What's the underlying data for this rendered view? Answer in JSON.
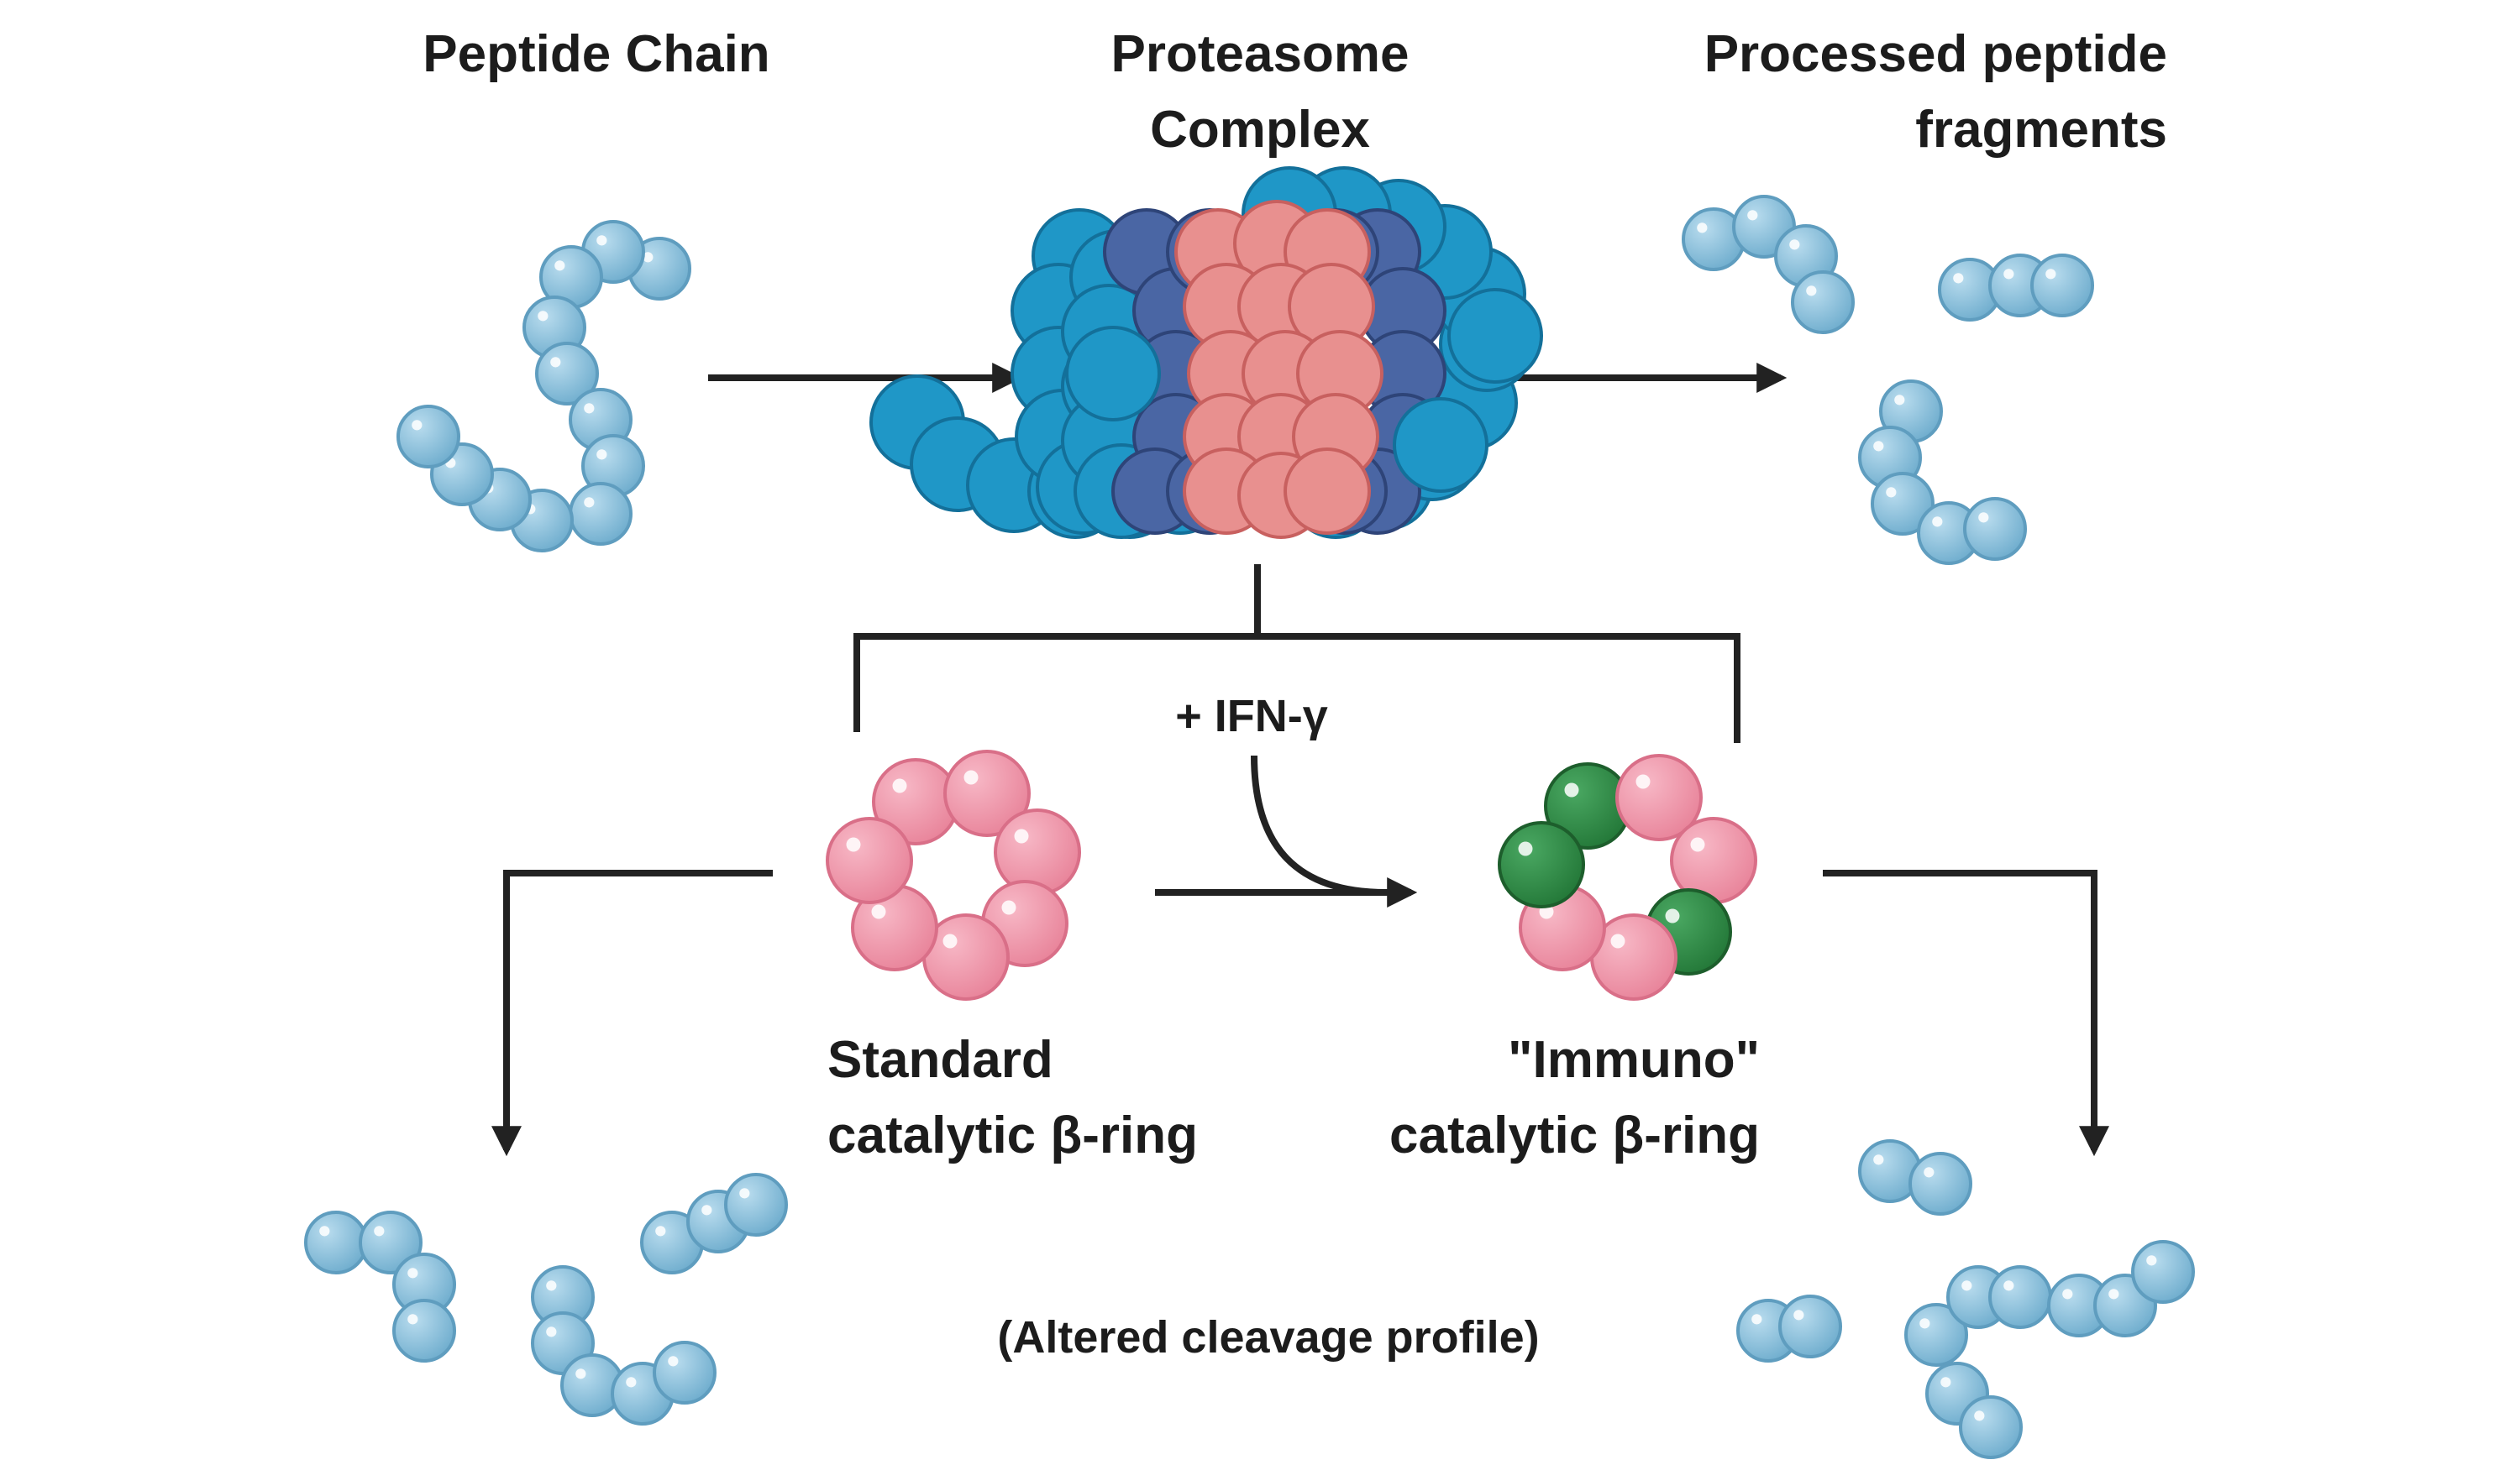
{
  "labels": {
    "peptide_chain": "Peptide Chain",
    "proteasome_line1": "Proteasome",
    "proteasome_line2": "Complex",
    "processed_line1": "Processed peptide",
    "processed_line2": "fragments",
    "ifn": "+ IFN-γ",
    "standard_line1": "Standard",
    "standard_line2": "catalytic β-ring",
    "immuno_line1": "\"Immuno\"",
    "immuno_line2": "catalytic β-ring",
    "altered": "(Altered cleavage profile)"
  },
  "colors": {
    "peptide_bead": "#7fb9d6",
    "cap_blue": "#1f97c7",
    "alpha_navy": "#4a66a4",
    "beta_salmon": "#e8908f",
    "ring_pink": "#ee92a6",
    "immuno_green": "#2e8b45",
    "arrow": "#222222"
  }
}
